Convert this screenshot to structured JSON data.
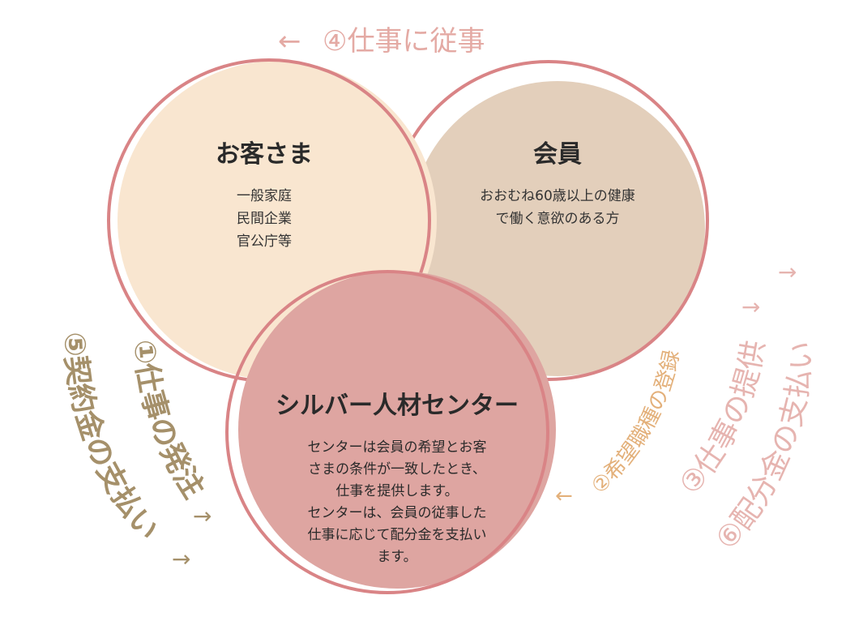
{
  "colors": {
    "customer_fill": "#f9e6d0",
    "member_fill": "#e3cfbb",
    "center_fill": "#dea5a1",
    "outline": "#d98486",
    "top_arrow_text": "#e4aaa4",
    "left_arrow_text": "#a5906a",
    "right_arrow_text": "#e6b4b0",
    "register_text": "#e3b07a"
  },
  "customer": {
    "title": "お客さま",
    "lines": [
      "一般家庭",
      "民間企業",
      "官公庁等"
    ]
  },
  "member": {
    "title": "会員",
    "lines": [
      "おおむね60歳以上の健康",
      "で働く意欲のある方"
    ]
  },
  "center": {
    "title": "シルバー人材センター",
    "lines": [
      "センターは会員の希望とお客",
      "さまの条件が一致したとき、",
      "仕事を提供します。",
      "センターは、会員の従事した",
      "仕事に応じて配分金を支払い",
      "ます。"
    ]
  },
  "flows": {
    "engage": {
      "arrow": "←",
      "label": "④仕事に従事"
    },
    "order": {
      "label": "①仕事の発注",
      "arrow": "→"
    },
    "contract_pay": {
      "label": "⑤契約金の支払い",
      "arrow": "→"
    },
    "register": {
      "arrow": "←",
      "label": "②希望職種の登録"
    },
    "provide": {
      "label": "③仕事の提供",
      "arrow": "→"
    },
    "distribution_pay": {
      "label": "⑥配分金の支払い",
      "arrow": "→"
    }
  }
}
